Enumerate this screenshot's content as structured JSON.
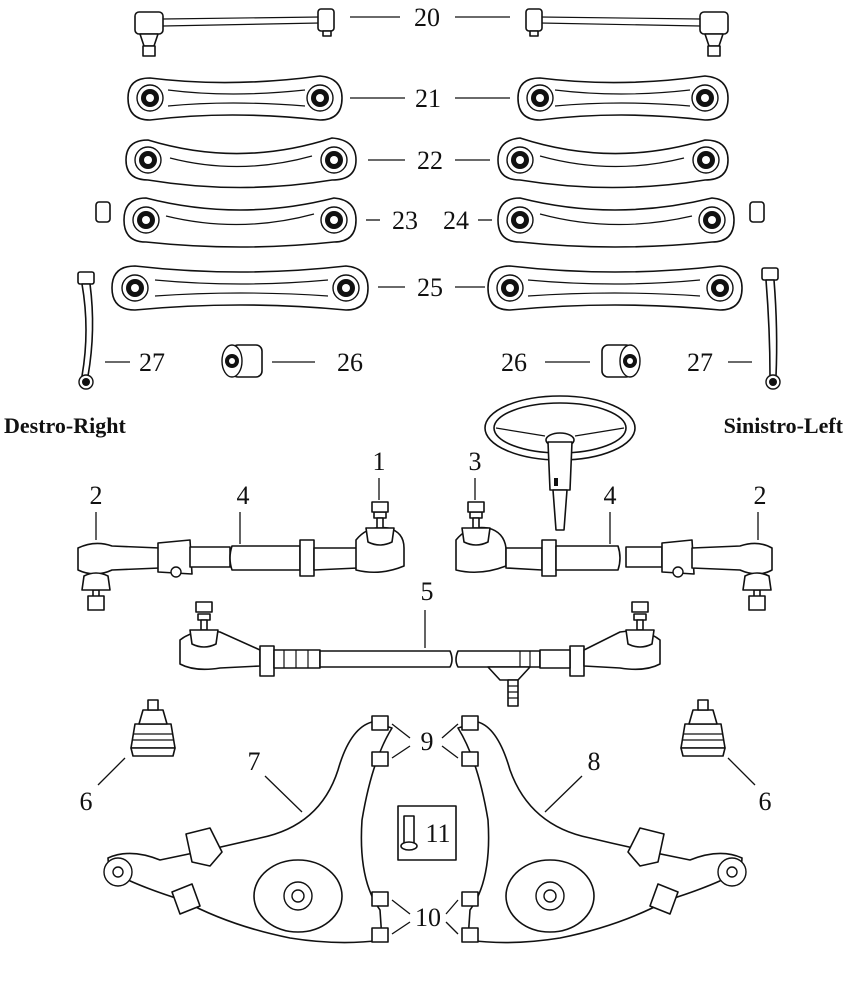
{
  "sides": {
    "right": "Destro-Right",
    "left": "Sinistro-Left"
  },
  "callouts": {
    "n1": "1",
    "n2": "2",
    "n3": "3",
    "n4": "4",
    "n5": "5",
    "n6": "6",
    "n7": "7",
    "n8": "8",
    "n9": "9",
    "n10": "10",
    "n11": "11",
    "n20": "20",
    "n21": "21",
    "n22": "22",
    "n23": "23",
    "n24": "24",
    "n25": "25",
    "n26": "26",
    "n27": "27"
  }
}
